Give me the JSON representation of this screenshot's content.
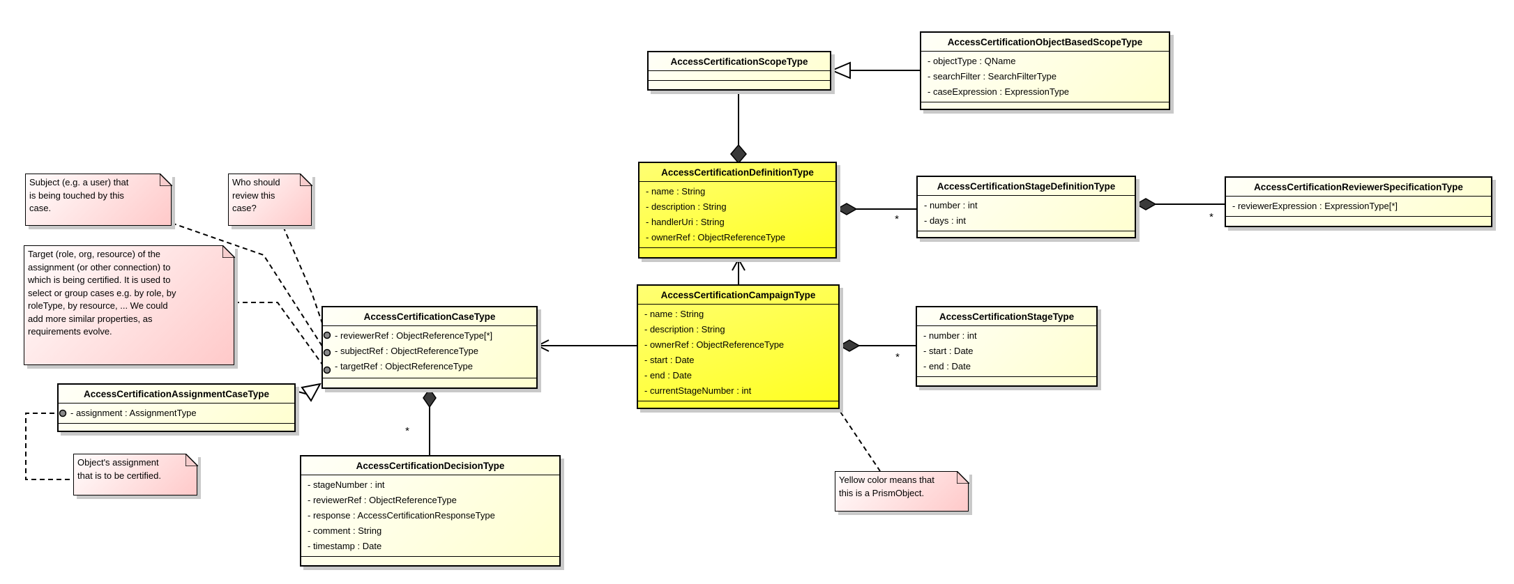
{
  "colors": {
    "prism_yellow": "#ffff33",
    "pale_yellow": "#ffffcf",
    "note_pink": "#ffc9c9",
    "border": "#000000",
    "shadow_gray": "#c9c9c9"
  },
  "classes": {
    "scope": {
      "name": "AccessCertificationScopeType",
      "attributes": []
    },
    "objectBasedScope": {
      "name": "AccessCertificationObjectBasedScopeType",
      "attributes": [
        "- objectType : QName",
        "- searchFilter : SearchFilterType",
        "- caseExpression : ExpressionType"
      ]
    },
    "definition": {
      "name": "AccessCertificationDefinitionType",
      "attributes": [
        "- name : String",
        "- description : String",
        "- handlerUri : String",
        "- ownerRef : ObjectReferenceType"
      ]
    },
    "stageDefinition": {
      "name": "AccessCertificationStageDefinitionType",
      "attributes": [
        "- number : int",
        "- days : int"
      ]
    },
    "reviewerSpec": {
      "name": "AccessCertificationReviewerSpecificationType",
      "attributes": [
        "- reviewerExpression : ExpressionType[*]"
      ]
    },
    "campaign": {
      "name": "AccessCertificationCampaignType",
      "attributes": [
        "- name : String",
        "- description : String",
        "- ownerRef : ObjectReferenceType",
        "- start : Date",
        "- end : Date",
        "- currentStageNumber : int"
      ]
    },
    "stage": {
      "name": "AccessCertificationStageType",
      "attributes": [
        "- number : int",
        "- start : Date",
        "- end : Date"
      ]
    },
    "case": {
      "name": "AccessCertificationCaseType",
      "attributes": [
        "- reviewerRef : ObjectReferenceType[*]",
        "- subjectRef : ObjectReferenceType",
        "- targetRef : ObjectReferenceType"
      ]
    },
    "assignmentCase": {
      "name": "AccessCertificationAssignmentCaseType",
      "attributes": [
        "- assignment : AssignmentType"
      ]
    },
    "decision": {
      "name": "AccessCertificationDecisionType",
      "attributes": [
        "- stageNumber : int",
        "- reviewerRef : ObjectReferenceType",
        "- response : AccessCertificationResponseType",
        "- comment : String",
        "- timestamp : Date"
      ]
    }
  },
  "notes": {
    "subject": {
      "text": "Subject (e.g. a user) that\nis being touched by this\ncase."
    },
    "whoReview": {
      "text": "Who should\nreview this\ncase?"
    },
    "target": {
      "text": "Target (role, org, resource) of the\nassignment (or other connection) to\nwhich is being certified. It is used to\nselect or group cases e.g. by role, by\nroleType, by resource, ... We could\nadd more similar properties, as\nrequirements evolve."
    },
    "objectAssignment": {
      "text": "Object's assignment\nthat is to be certified."
    },
    "yellowMeaning": {
      "text": "Yellow color means that\nthis is a PrismObject."
    }
  },
  "multiplicities": {
    "definition_stageDefinition": "*",
    "stageDefinition_reviewerSpec": "*",
    "campaign_stage": "*",
    "case_decision": "*"
  }
}
